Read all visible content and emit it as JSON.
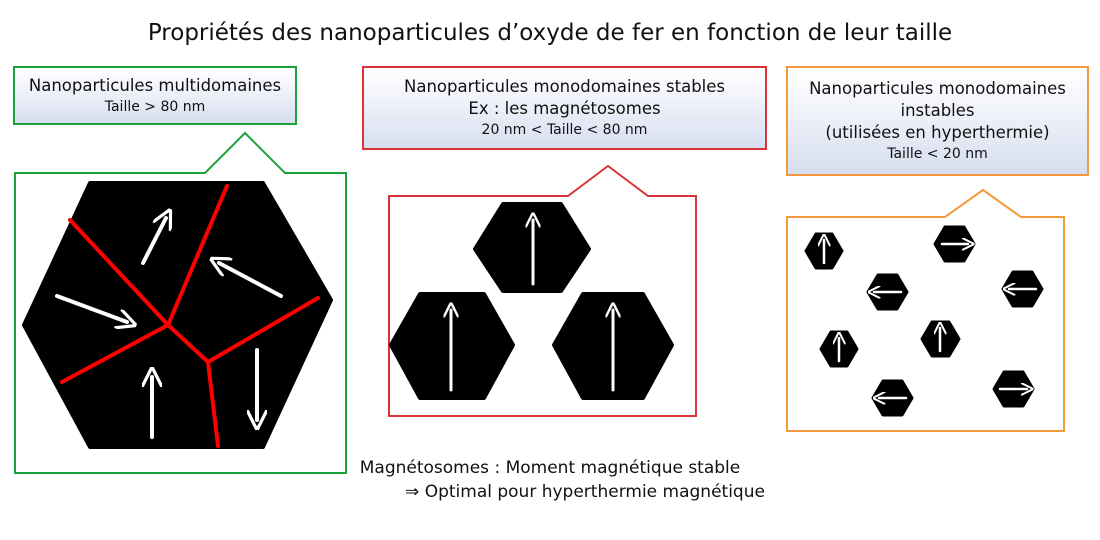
{
  "title": "Propriétés des nanoparticules d’oxyde de fer en fonction de leur taille",
  "panels": {
    "multi": {
      "line1": "Nanoparticules multidomaines",
      "line2": "Taille > 80 nm",
      "border_color": "#1da13a"
    },
    "stable": {
      "line1": "Nanoparticules monodomaines stables",
      "line2": "Ex : les magnétosomes",
      "line3": "20 nm < Taille < 80 nm",
      "border_color": "#d9343a"
    },
    "instable": {
      "line1": "Nanoparticules monodomaines",
      "line2": "instables",
      "line3": "(utilisées en hyperthermie)",
      "line4": "Taille < 20 nm",
      "border_color": "#f39a3d"
    }
  },
  "domain_wall_color": "#ff0000",
  "footer": {
    "line1": "Magnétosomes : Moment magnétique stable",
    "line2": "⇒ Optimal pour hyperthermie magnétique"
  }
}
